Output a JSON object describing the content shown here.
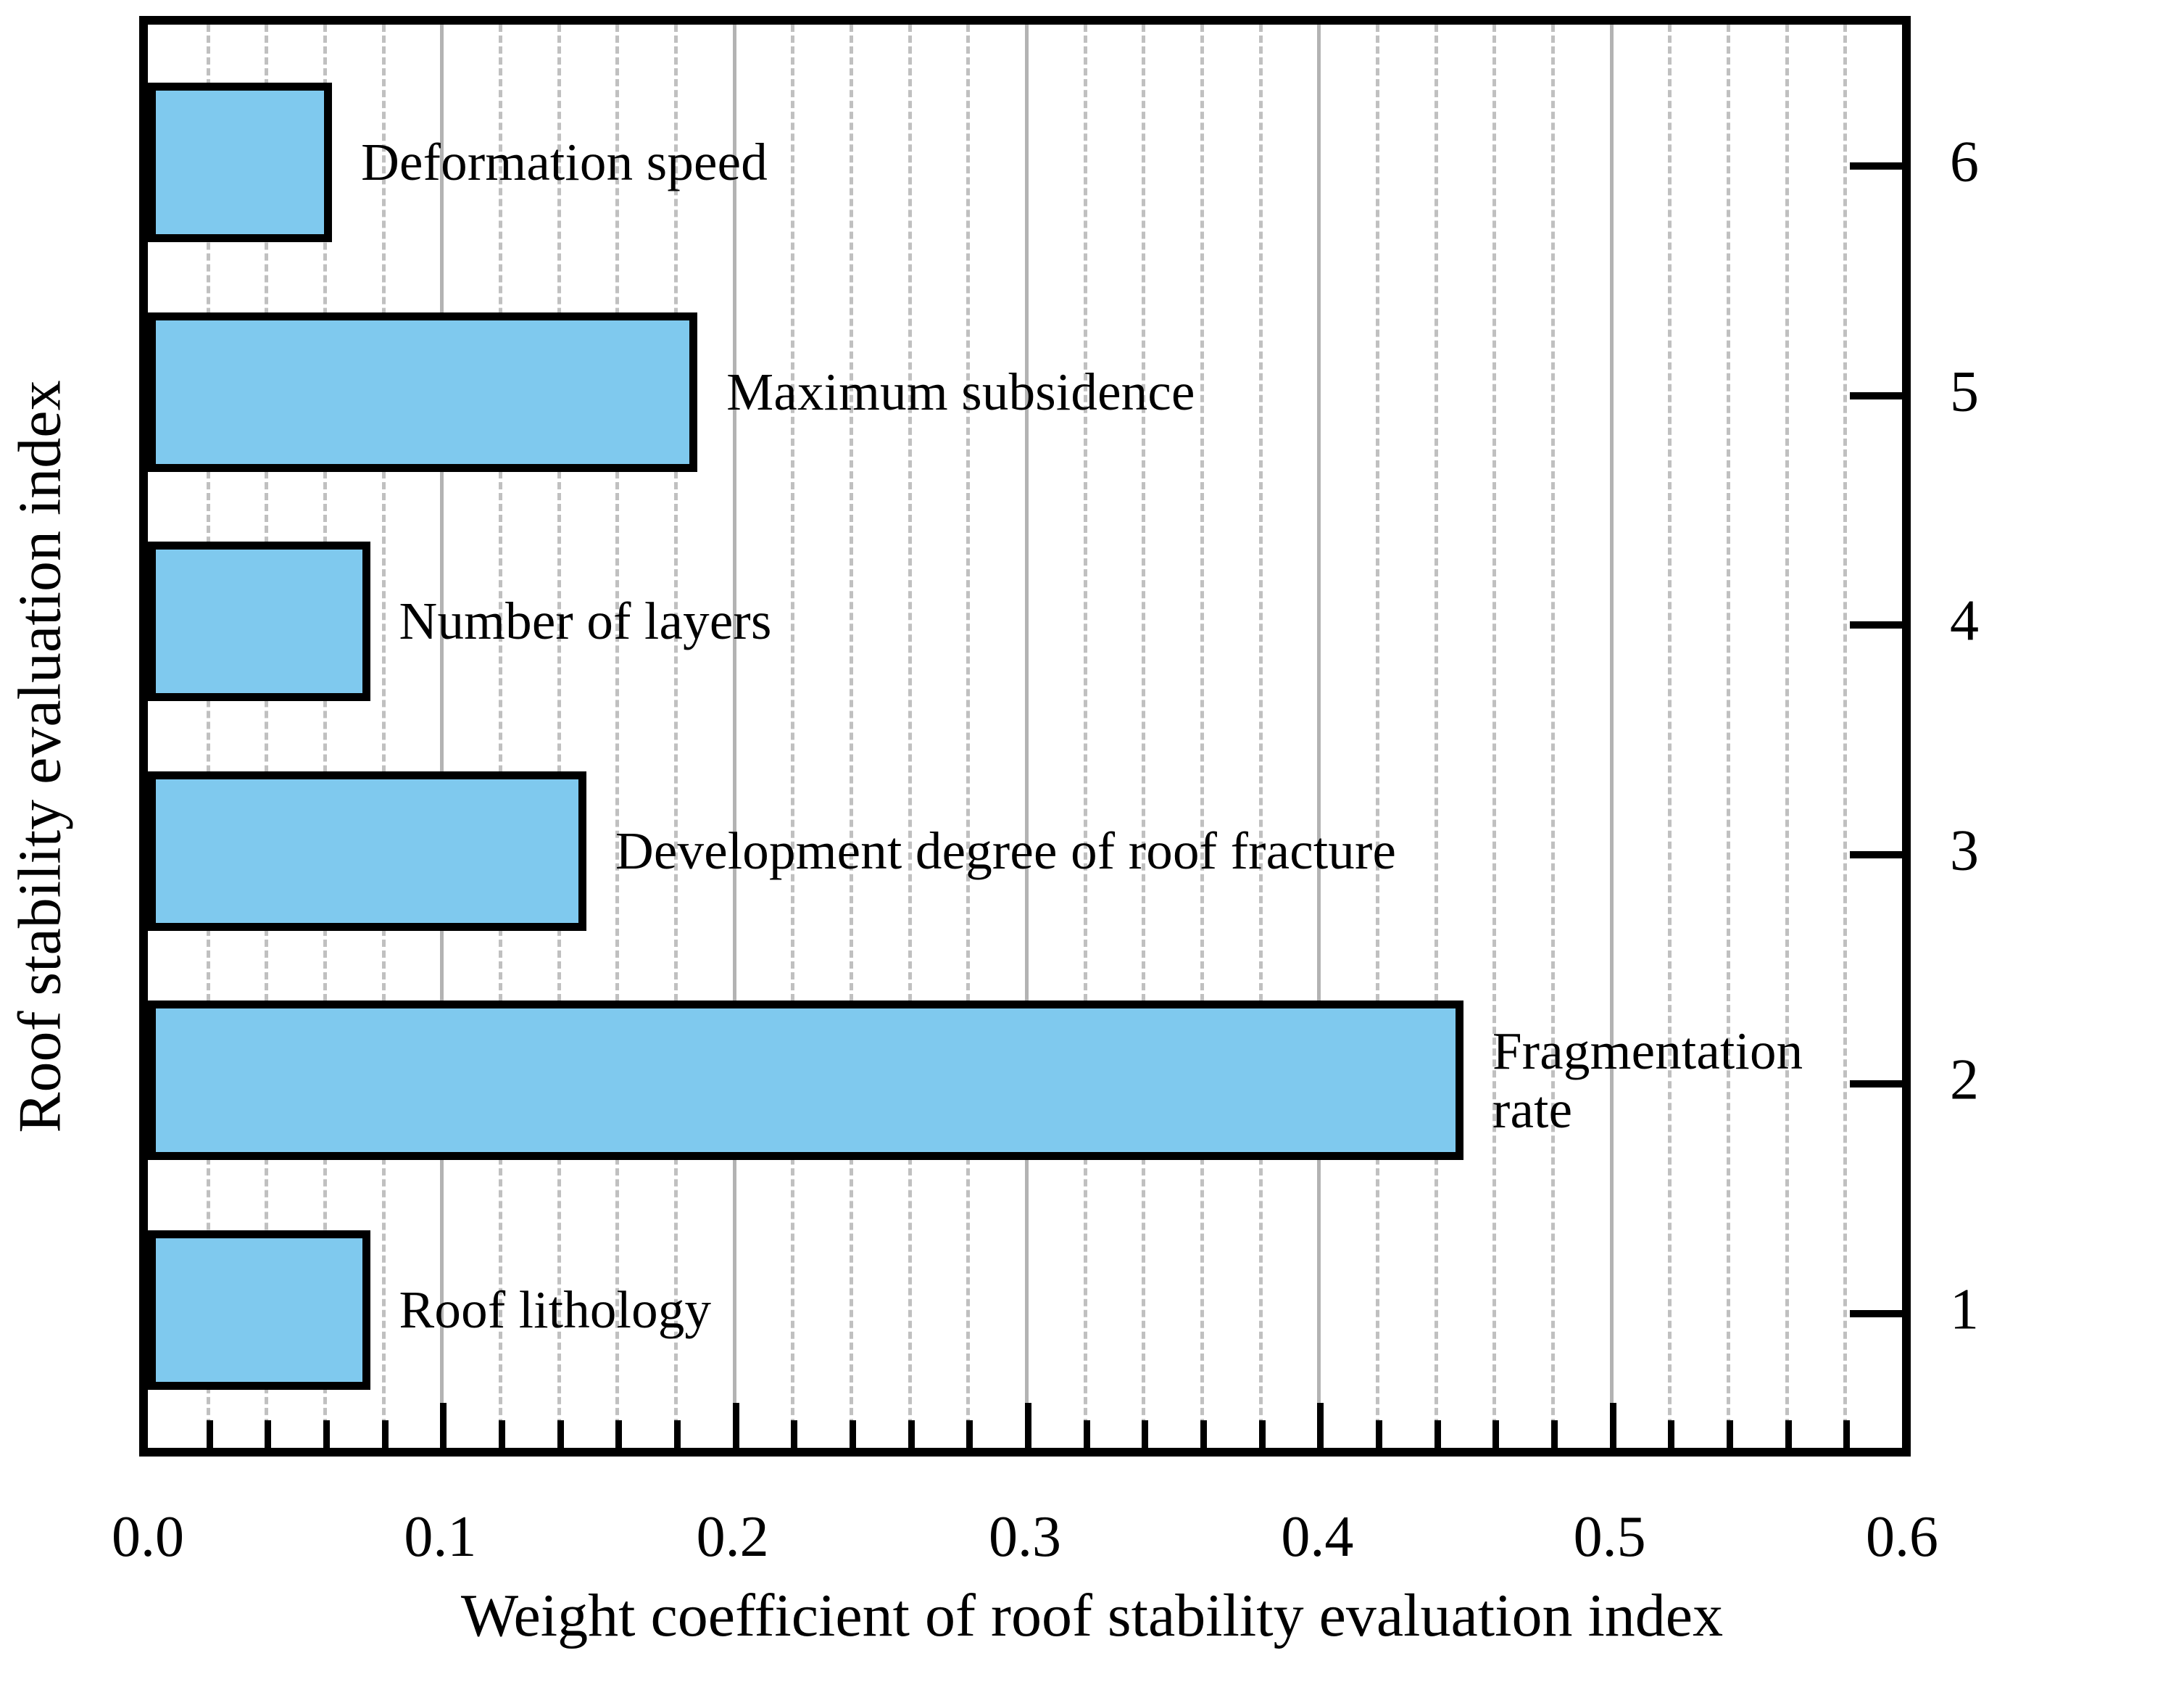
{
  "chart_data": {
    "type": "bar",
    "orientation": "horizontal",
    "title": "",
    "xlabel": "Weight coefficient of roof stability evaluation index",
    "ylabel": "Roof stability evaluation index",
    "xlim": [
      0.0,
      0.6
    ],
    "ylim": [
      0.4,
      6.6
    ],
    "grid": true,
    "grid_major_step": 0.1,
    "grid_minor_step": 0.02,
    "legend": "none",
    "categories": [
      1,
      2,
      3,
      4,
      5,
      6
    ],
    "category_labels": [
      "Roof lithology",
      "Fragmentation\nrate",
      "Development degree of roof fracture",
      "Number of layers",
      "Maximum subsidence",
      "Deformation speed"
    ],
    "values": [
      0.076,
      0.45,
      0.15,
      0.076,
      0.188,
      0.063
    ],
    "bars": [
      {
        "index": 6,
        "label": "Deformation speed",
        "value": 0.063
      },
      {
        "index": 5,
        "label": "Maximum subsidence",
        "value": 0.188
      },
      {
        "index": 4,
        "label": "Number of layers",
        "value": 0.076
      },
      {
        "index": 3,
        "label": "Development degree of roof fracture",
        "value": 0.15
      },
      {
        "index": 2,
        "label": "Fragmentation\nrate",
        "value": 0.45
      },
      {
        "index": 1,
        "label": "Roof lithology",
        "value": 0.076
      }
    ],
    "xticks": [
      0.0,
      0.1,
      0.2,
      0.3,
      0.4,
      0.5,
      0.6
    ],
    "xticklabels": [
      "0.0",
      "0.1",
      "0.2",
      "0.3",
      "0.4",
      "0.5",
      "0.6"
    ],
    "yticks": [
      1,
      2,
      3,
      4,
      5,
      6
    ],
    "yticklabels": [
      "1",
      "2",
      "3",
      "4",
      "5",
      "6"
    ],
    "ytick_side": "right",
    "colors": {
      "bar_fill": "#7FC9EE",
      "bar_edge": "#000000",
      "axis": "#000000",
      "grid_major": "#b3b3b3",
      "grid_minor": "#c0c0c0",
      "background": "#ffffff",
      "text": "#000000"
    }
  },
  "axes": {
    "x_title": "Weight coefficient of roof stability evaluation index",
    "y_title": "Roof stability evaluation index"
  }
}
